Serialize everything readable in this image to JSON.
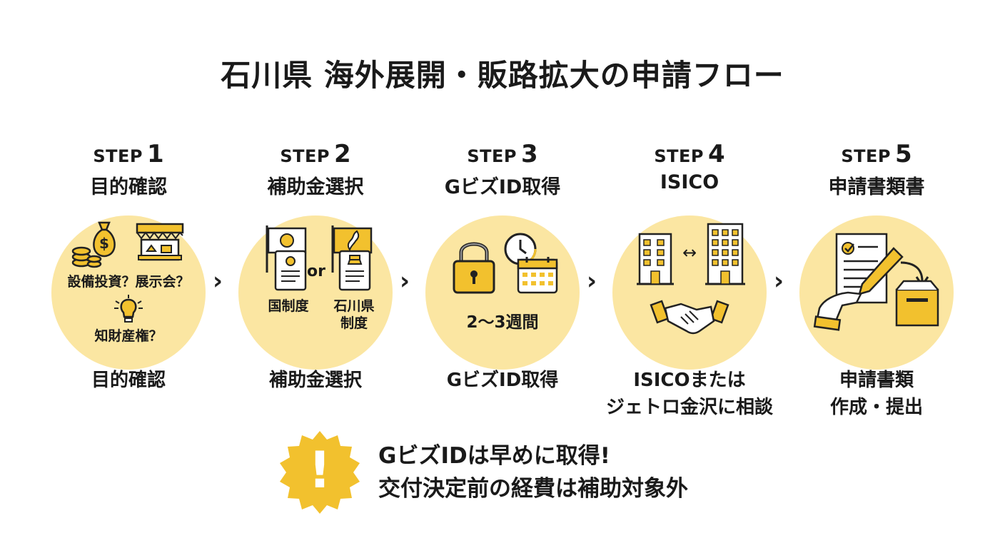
{
  "title": "石川県 海外展開・販路拡大の申請フロー",
  "step_word": "STEP",
  "steps": [
    {
      "number": "1",
      "name": "目的確認",
      "icon_texts": [
        "設備投資？展示会？",
        "知財産権？"
      ],
      "caption_lines": [
        "目的確認"
      ],
      "icons": [
        "money-bag-icon",
        "coins-icon",
        "exhibition-booth-icon",
        "lightbulb-icon"
      ]
    },
    {
      "number": "2",
      "name": "補助金選択",
      "icon_texts": [
        "or",
        "国制度",
        "石川県",
        "制度"
      ],
      "caption_lines": [
        "補助金選択"
      ],
      "icons": [
        "japan-flag-icon",
        "ishikawa-flag-icon",
        "document-icon"
      ]
    },
    {
      "number": "3",
      "name": "GビズID取得",
      "icon_texts": [
        "2〜3週間"
      ],
      "caption_lines": [
        "GビズID取得"
      ],
      "icons": [
        "padlock-icon",
        "clock-icon",
        "calendar-icon"
      ]
    },
    {
      "number": "4",
      "name": "ISICO",
      "icon_texts": [
        "↔"
      ],
      "caption_lines": [
        "ISICOまたは",
        "ジェトロ金沢に相談"
      ],
      "icons": [
        "building-icon",
        "handshake-icon"
      ]
    },
    {
      "number": "5",
      "name": "申請書類書",
      "icon_texts": [],
      "caption_lines": [
        "申請書類",
        "作成・提出"
      ],
      "icons": [
        "checklist-document-icon",
        "pen-icon",
        "submission-box-icon"
      ]
    }
  ],
  "chevron": "›",
  "warning": {
    "icon": "exclamation-badge-icon",
    "lines": [
      "GビズIDは早めに取得!",
      "交付決定前の経費は補助対象外"
    ],
    "mark": "!"
  },
  "colors": {
    "accent": "#f2c12e",
    "circle": "#fbe6a2",
    "dark": "#222222"
  }
}
